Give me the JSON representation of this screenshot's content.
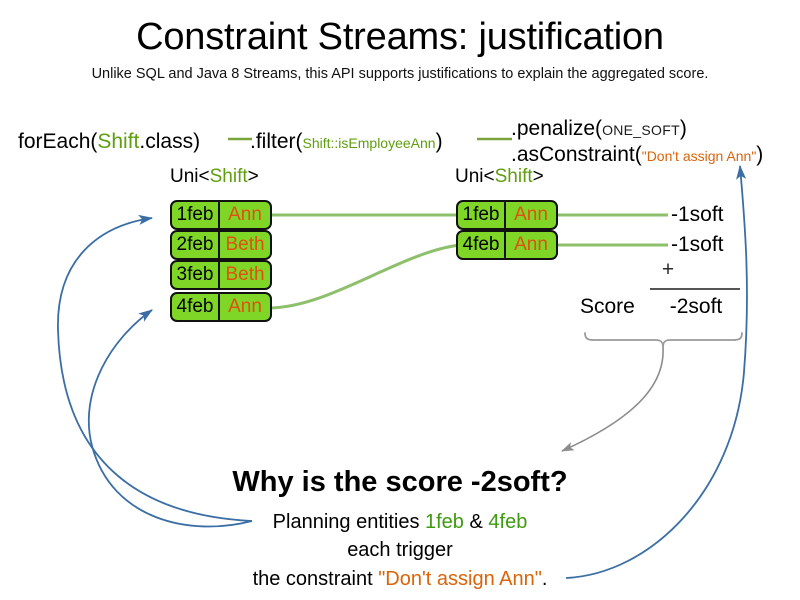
{
  "header": {
    "title": "Constraint Streams: justification",
    "subtitle": "Unlike SQL and Java 8 Streams, this API supports justifications to explain the aggregated score."
  },
  "code": {
    "foreach_prefix": "forEach(",
    "foreach_type": "Shift",
    "foreach_suffix": ".class)",
    "filter_prefix": ".filter(",
    "filter_arg": "Shift::isEmployeeAnn",
    "filter_suffix": ")",
    "penalize_prefix": ".penalize(",
    "penalize_arg": "ONE_SOFT",
    "penalize_suffix": ")",
    "constraint_prefix": ".asConstraint(",
    "constraint_arg": "\"Don't assign Ann\"",
    "constraint_suffix": ")"
  },
  "streams": {
    "left_label_prefix": "Uni<",
    "left_label_type": "Shift",
    "left_label_suffix": ">",
    "right_label_prefix": "Uni<",
    "right_label_type": "Shift",
    "right_label_suffix": ">",
    "left_rows": [
      {
        "date": "1feb",
        "name": "Ann"
      },
      {
        "date": "2feb",
        "name": "Beth"
      },
      {
        "date": "3feb",
        "name": "Beth"
      },
      {
        "date": "4feb",
        "name": "Ann"
      }
    ],
    "right_rows": [
      {
        "date": "1feb",
        "name": "Ann"
      },
      {
        "date": "4feb",
        "name": "Ann"
      }
    ]
  },
  "score": {
    "penalty_1": "-1soft",
    "penalty_2": "-1soft",
    "plus": "+",
    "score_word": "Score",
    "total": "-2soft"
  },
  "explanation": {
    "question": "Why is the score -2soft?",
    "line1_prefix": "Planning entities ",
    "line1_entity_a": "1feb",
    "line1_amp": " & ",
    "line1_entity_b": "4feb",
    "line2": "each trigger",
    "line3_prefix": "the constraint ",
    "line3_constraint": "\"Don't assign Ann\"",
    "line3_suffix": "."
  },
  "colors": {
    "fact_green": "#7fd626",
    "name_orange": "#e2500f",
    "code_green": "#5f9e10",
    "string_orange": "#d9640a",
    "arrow_blue": "#3a6ea5",
    "arrow_gray": "#8c8c8c",
    "connector_green": "#8ec06c"
  }
}
